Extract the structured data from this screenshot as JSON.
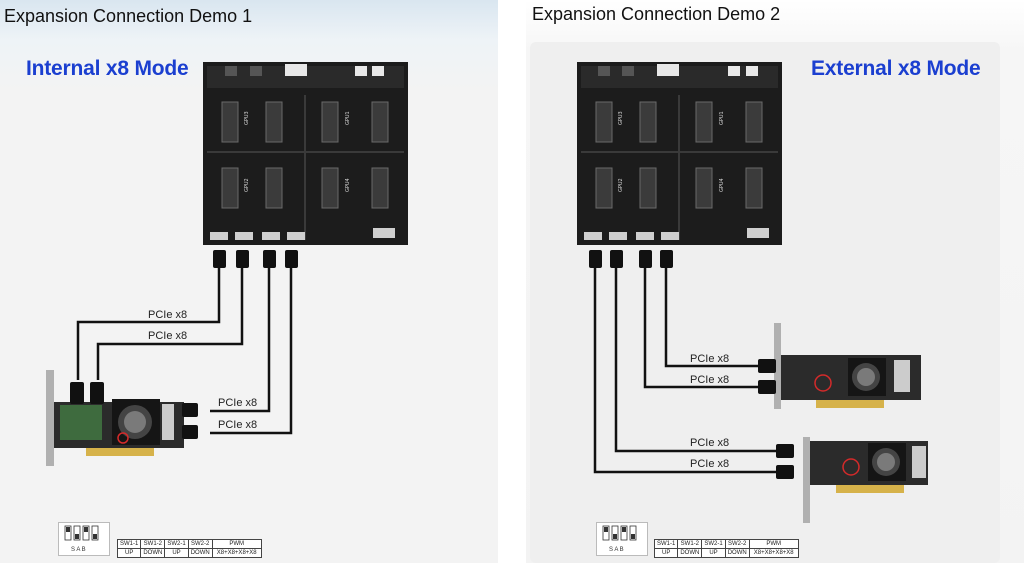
{
  "demo1": {
    "title": "Expansion Connection Demo 1",
    "mode": "Internal x8 Mode",
    "labels": [
      "PCIe x8",
      "PCIe x8",
      "PCIe x8",
      "PCIe x8"
    ],
    "table": {
      "headers": [
        "SW1-1",
        "SW1-2",
        "SW2-1",
        "SW2-2",
        "PWM"
      ],
      "values": [
        "UP",
        "DOWN",
        "UP",
        "DOWN",
        "X8+X8+X8+X8"
      ]
    },
    "dip_label": "S A B"
  },
  "demo2": {
    "title": "Expansion Connection Demo 2",
    "mode": "External x8 Mode",
    "labels": [
      "PCIe x8",
      "PCIe x8",
      "PCIe x8",
      "PCIe x8"
    ],
    "table": {
      "headers": [
        "SW1-1",
        "SW1-2",
        "SW2-1",
        "SW2-2",
        "PWM"
      ],
      "values": [
        "UP",
        "DOWN",
        "UP",
        "DOWN",
        "X8+X8+X8+X8"
      ]
    },
    "dip_label": "S A B"
  },
  "colors": {
    "mode_title": "#1b3fd0",
    "pcb": "#1c1c1c",
    "card_pcb": "#2b2b2b",
    "gold": "#d6b24a",
    "cable": "#111111"
  }
}
